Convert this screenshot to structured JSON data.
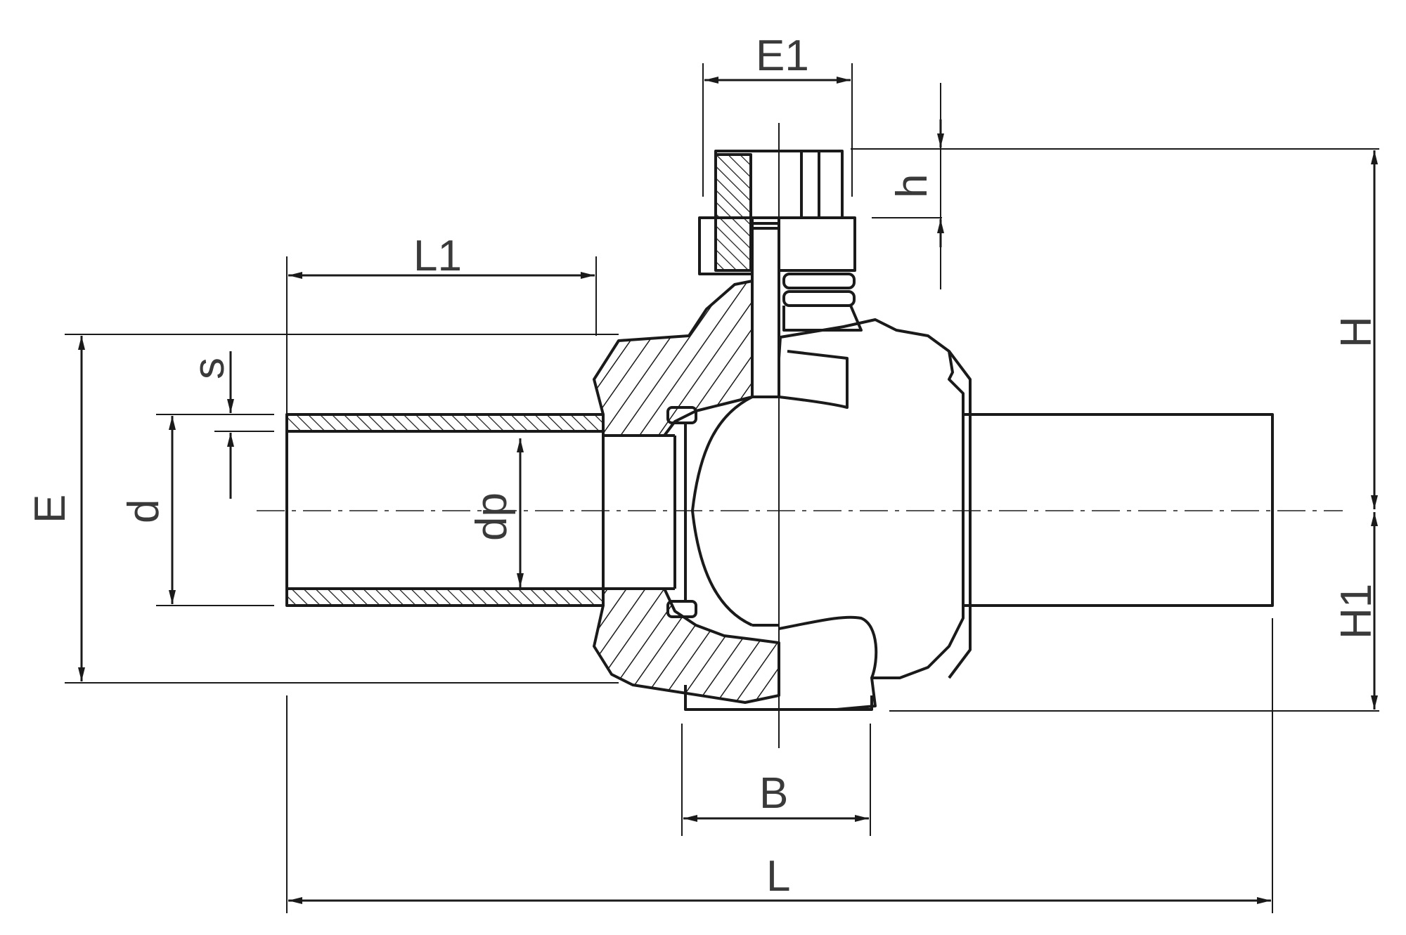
{
  "diagram": {
    "dimension_labels": {
      "E1": "E1",
      "h": "h",
      "L1": "L1",
      "H": "H",
      "s": "s",
      "E": "E",
      "d": "d",
      "dp": "dp",
      "H1": "H1",
      "B": "B",
      "L": "L"
    },
    "colors": {
      "line": "#1a1a1a",
      "label": "#3a3a3a",
      "background": "#ffffff"
    }
  }
}
